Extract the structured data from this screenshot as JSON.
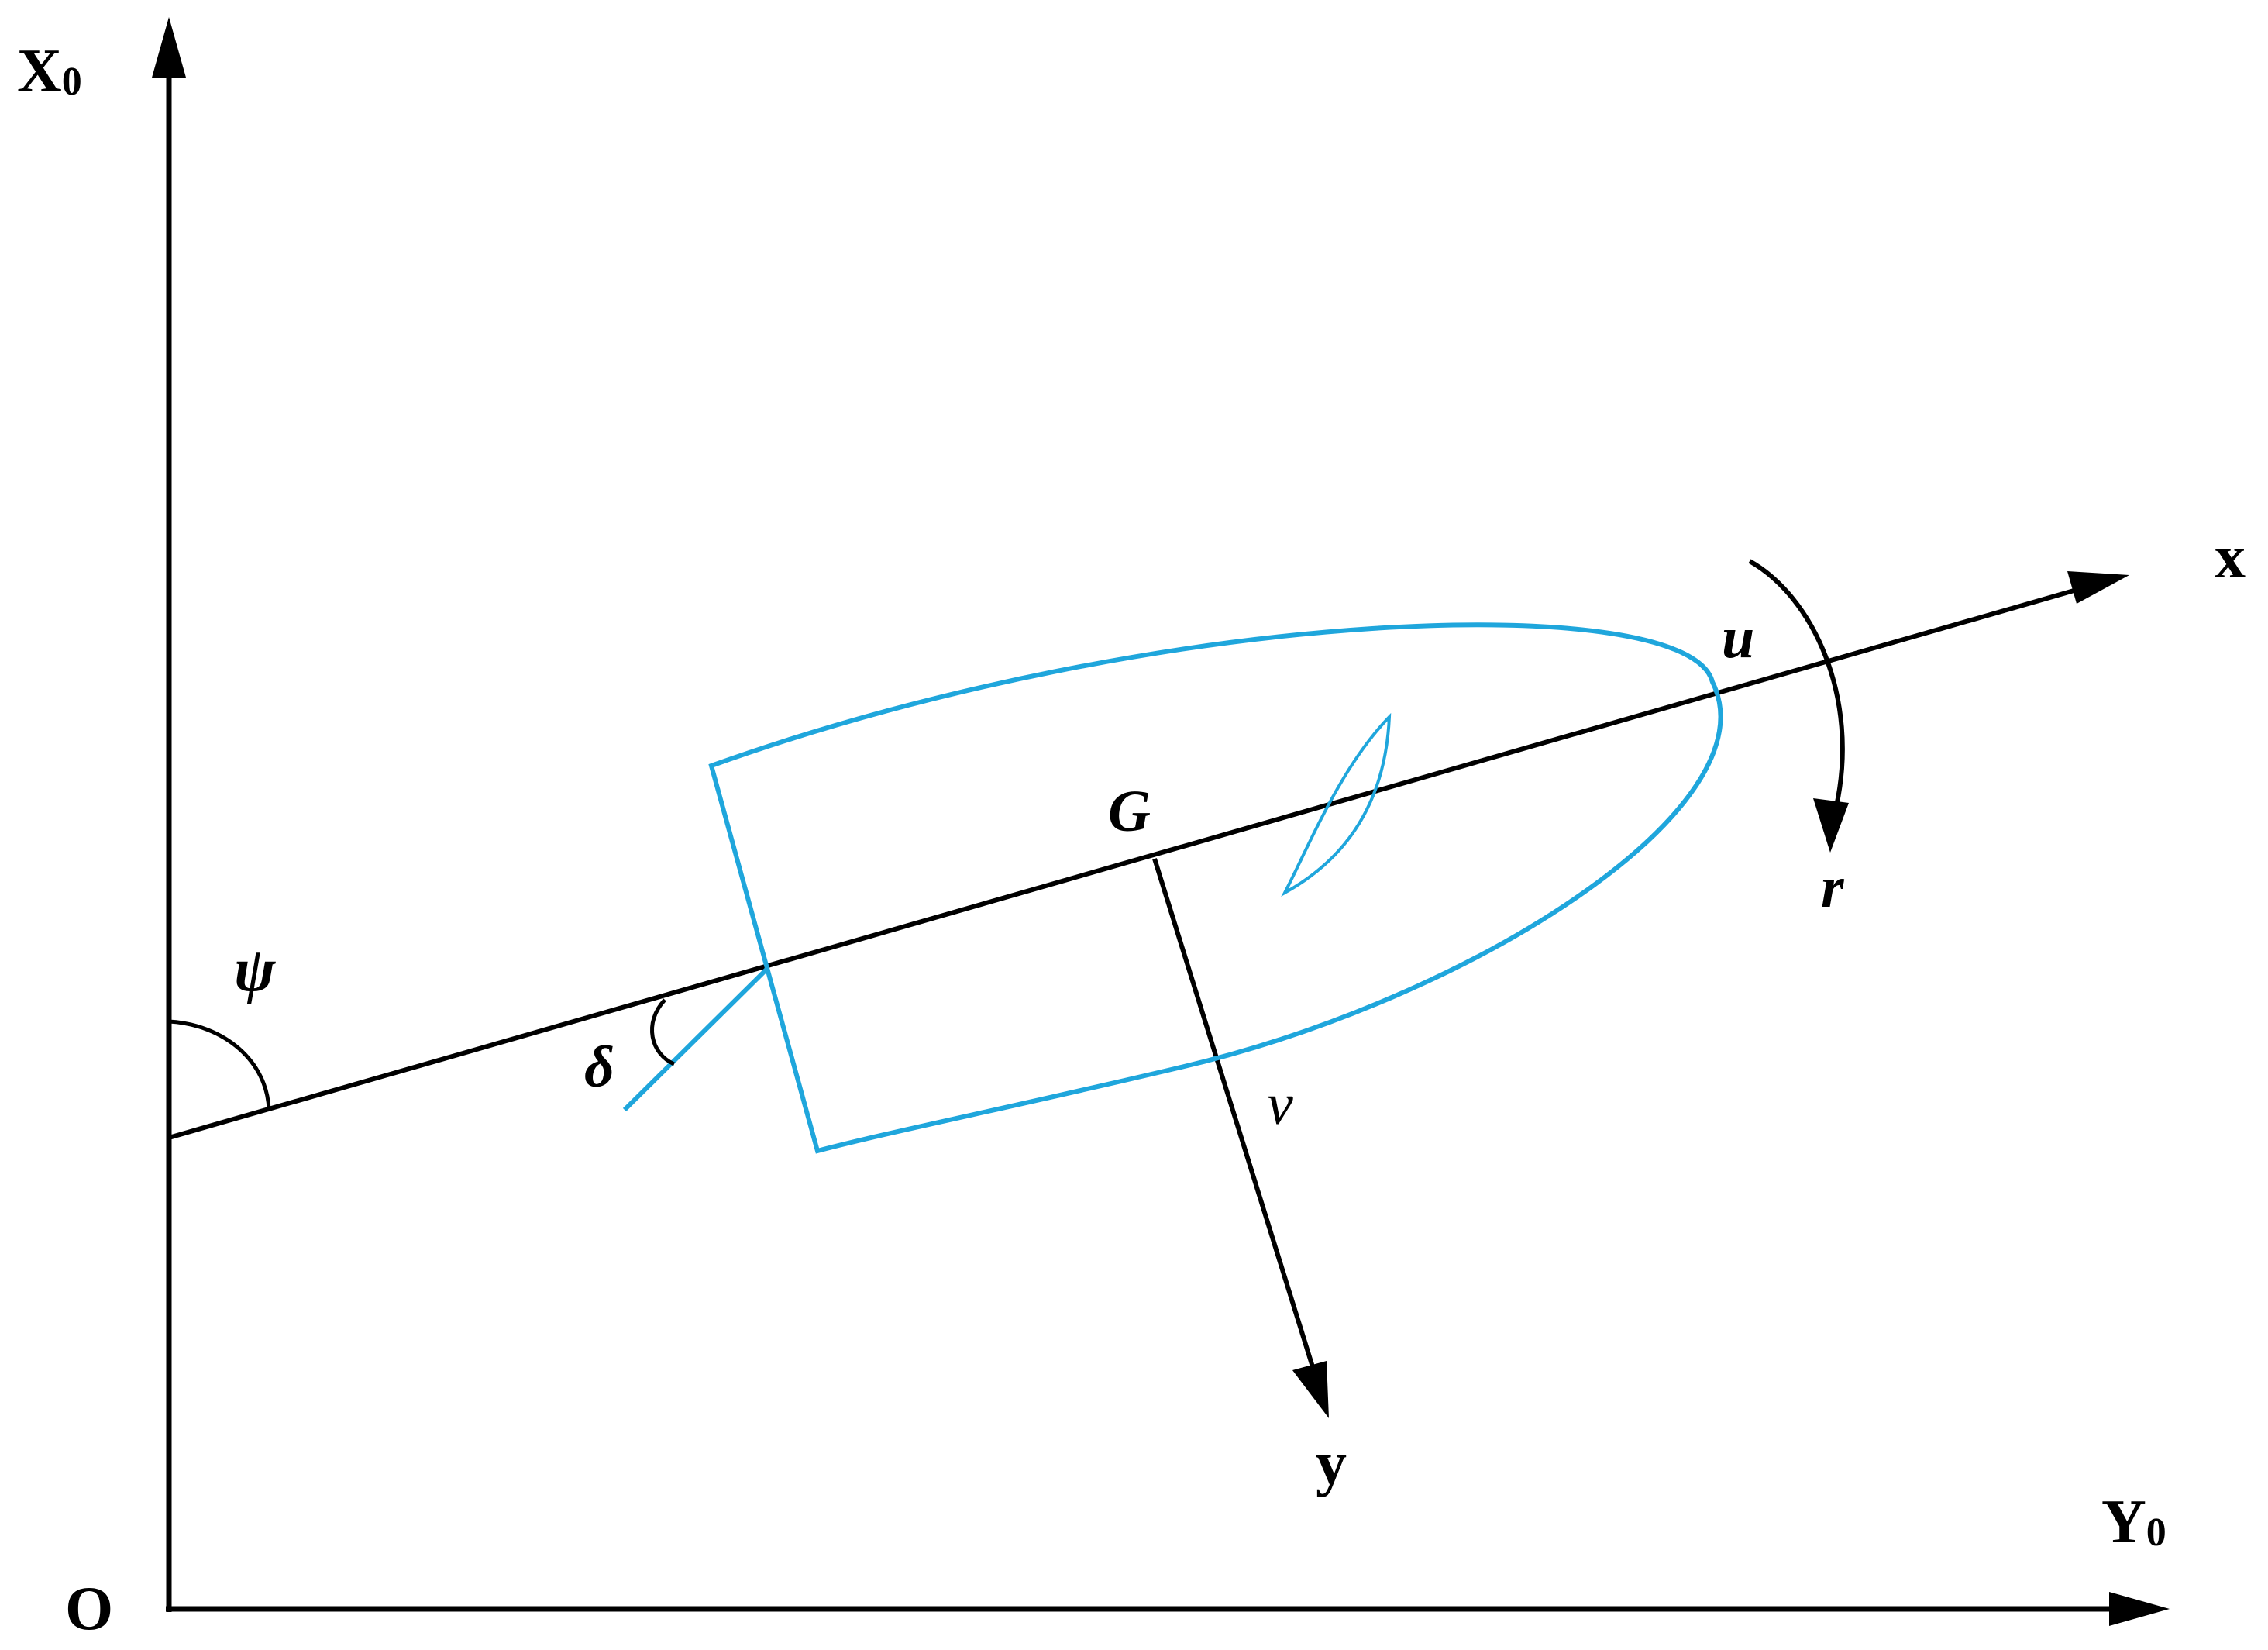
{
  "diagram": {
    "colors": {
      "axes": "#000000",
      "ship_outline": "#1fa6dc",
      "background": "#ffffff"
    },
    "labels": {
      "origin": "O",
      "earth_x_axis_main": "X",
      "earth_x_axis_sub": "0",
      "earth_y_axis_main": "Y",
      "earth_y_axis_sub": "0",
      "body_x_axis": "x",
      "body_y_axis": "y",
      "center_of_gravity": "G",
      "heading_angle": "ψ",
      "rudder_angle": "δ",
      "surge_velocity": "u",
      "sway_velocity": "v",
      "yaw_rate": "r"
    }
  }
}
